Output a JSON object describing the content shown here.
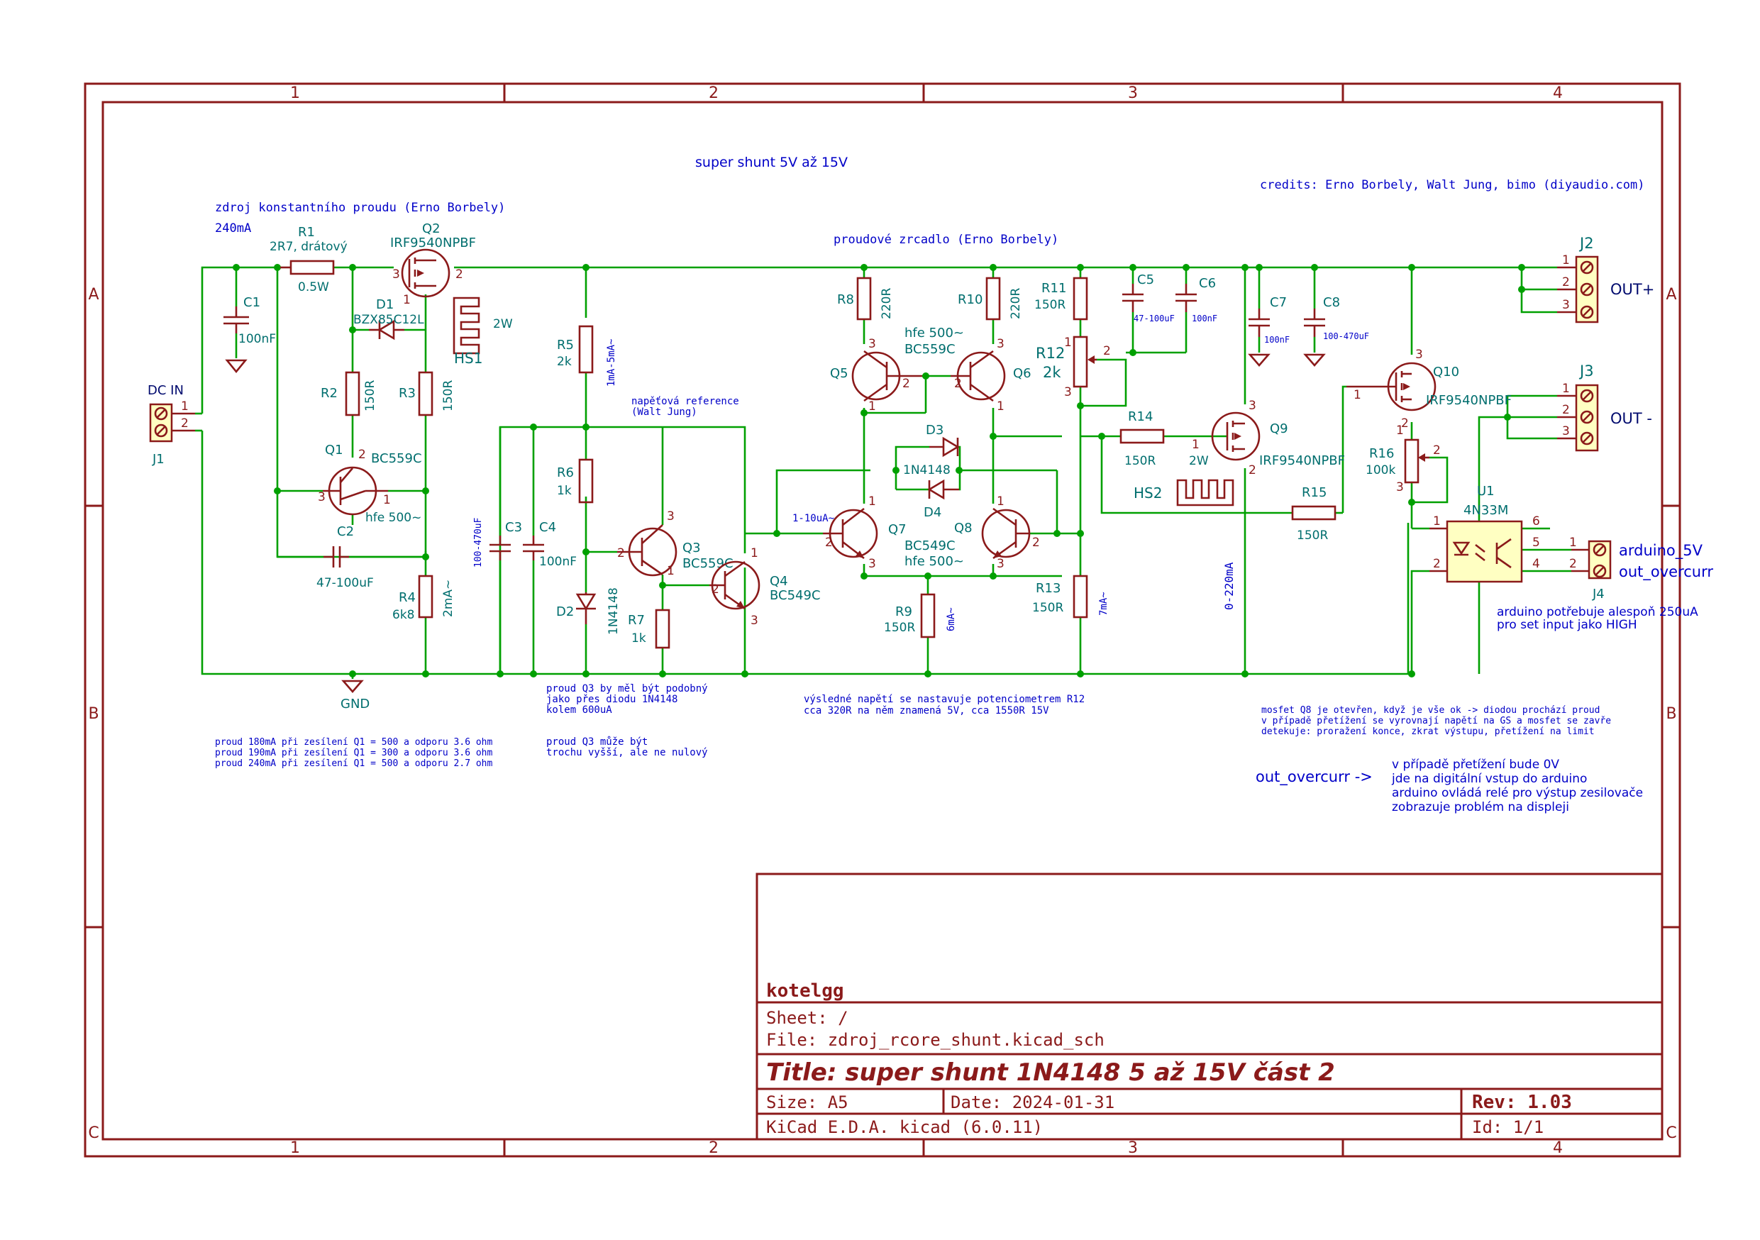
{
  "sheet": {
    "col_labels": [
      "1",
      "2",
      "3",
      "4"
    ],
    "row_labels": [
      "A",
      "B",
      "C"
    ],
    "title_main": "super shunt 5V až 15V",
    "credits": "credits: Erno Borbely, Walt Jung, bimo (diyaudio.com)"
  },
  "notes": {
    "ccs_title": "zdroj konstantního proudu (Erno Borbely)",
    "ccs_current": "240mA",
    "mirror_title": "proudové zrcadlo (Erno Borbely)",
    "vref_title": "napěťová reference",
    "vref_sub": "(Walt Jung)",
    "hfe_q1": "hfe 500~",
    "hfe_q5": "hfe 500~",
    "hfe_q8": "hfe 500~",
    "cur_r5": "1mA-5mA~",
    "cur_r4": "2mA~",
    "cur_r9": "6mA~",
    "cur_r13": "7mA~",
    "cur_q7": "1-10uA~",
    "cur_q9": "0-220mA",
    "q3_note": [
      "proud Q3 by měl být podobný",
      "jako přes diodu 1N4148",
      "kolem 600uA"
    ],
    "q3_note2": [
      "proud Q3 může být",
      "trochu vyšší, ale ne nulový"
    ],
    "r12_note": [
      "výsledné napětí se nastavuje potenciometrem R12",
      "cca 320R na něm znamená 5V, cca 1550R 15V"
    ],
    "ccs_table": [
      "proud 180mA při zesílení Q1 = 500 a odporu 3.6 ohm",
      "proud 190mA při zesílení Q1 = 300 a odporu 3.6 ohm",
      "proud 240mA při zesílení Q1 = 500 a odporu 2.7 ohm"
    ],
    "mosfet_note": [
      "mosfet Q8 je otevřen, když je vše ok -> diodou prochází proud",
      "v případě přetížení se vyrovnají napětí na GS a mosfet se zavře",
      "detekuje: proražení konce, zkrat výstupu, přetížení na limit"
    ],
    "overcurr_label": "out_overcurr ->",
    "overcurr_note": [
      "v případě přetížení bude 0V",
      "jde na digitální vstup do arduino",
      "arduino ovládá relé pro výstup zesilovače",
      "zobrazuje problém na displeji"
    ],
    "arduino_note": [
      "arduino potřebuje alespoň 250uA",
      "pro set input jako HIGH"
    ],
    "hs1_w": "2W",
    "hs2_w": "2W"
  },
  "components": {
    "J1": {
      "ref": "J1",
      "value": "DC IN"
    },
    "C1": {
      "ref": "C1",
      "value": "100nF"
    },
    "R1": {
      "ref": "R1",
      "value": "2R7, drátový",
      "power": "0.5W"
    },
    "Q2": {
      "ref": "Q2",
      "value": "IRF9540NPBF"
    },
    "D1": {
      "ref": "D1",
      "value": "BZX85C12L"
    },
    "HS1": {
      "ref": "HS1"
    },
    "R2": {
      "ref": "R2",
      "value": "150R"
    },
    "R3": {
      "ref": "R3",
      "value": "150R"
    },
    "Q1": {
      "ref": "Q1",
      "value": "BC559C"
    },
    "C2": {
      "ref": "C2",
      "value": "47-100uF"
    },
    "R4": {
      "ref": "R4",
      "value": "6k8"
    },
    "GND": {
      "ref": "GND"
    },
    "R5": {
      "ref": "R5",
      "value": "2k"
    },
    "R6": {
      "ref": "R6",
      "value": "1k"
    },
    "D2": {
      "ref": "D2",
      "value": "1N4148"
    },
    "C3": {
      "ref": "C3",
      "value": "100-470uF"
    },
    "C4": {
      "ref": "C4",
      "value": "100nF"
    },
    "Q3": {
      "ref": "Q3",
      "value": "BC559C"
    },
    "R7": {
      "ref": "R7",
      "value": "1k"
    },
    "Q4": {
      "ref": "Q4",
      "value": "BC549C"
    },
    "R8": {
      "ref": "R8",
      "value": "220R"
    },
    "R10": {
      "ref": "R10",
      "value": "220R"
    },
    "Q5": {
      "ref": "Q5",
      "value": "BC559C"
    },
    "Q6": {
      "ref": "Q6"
    },
    "D3": {
      "ref": "D3",
      "value": "1N4148"
    },
    "D4": {
      "ref": "D4"
    },
    "Q7": {
      "ref": "Q7"
    },
    "Q8": {
      "ref": "Q8",
      "value": "BC549C"
    },
    "R9": {
      "ref": "R9",
      "value": "150R"
    },
    "R11": {
      "ref": "R11",
      "value": "150R"
    },
    "R12": {
      "ref": "R12",
      "value": "2k"
    },
    "R13": {
      "ref": "R13",
      "value": "150R"
    },
    "C5": {
      "ref": "C5",
      "value": "47-100uF"
    },
    "C6": {
      "ref": "C6",
      "value": "100nF"
    },
    "R14": {
      "ref": "R14",
      "value": "150R"
    },
    "Q9": {
      "ref": "Q9",
      "value": "IRF9540NPBF"
    },
    "HS2": {
      "ref": "HS2"
    },
    "C7": {
      "ref": "C7",
      "value": "100nF"
    },
    "C8": {
      "ref": "C8",
      "value": "100-470uF"
    },
    "R15": {
      "ref": "R15",
      "value": "150R"
    },
    "Q10": {
      "ref": "Q10",
      "value": "IRF9540NPBF"
    },
    "R16": {
      "ref": "R16",
      "value": "100k"
    },
    "U1": {
      "ref": "U1",
      "value": "4N33M"
    },
    "J2": {
      "ref": "J2",
      "value": "OUT+"
    },
    "J3": {
      "ref": "J3",
      "value": "OUT -"
    },
    "J4": {
      "ref": "J4",
      "net1": "arduino_5V",
      "net2": "out_overcurr"
    }
  },
  "pins": {
    "n1": "1",
    "n2": "2",
    "n3": "3",
    "n4": "4",
    "n5": "5",
    "n6": "6"
  },
  "title_block": {
    "company": "kotelgg",
    "sheet": "Sheet: /",
    "file": "File: zdroj_rcore_shunt.kicad_sch",
    "title": "Title: super shunt 1N4148 5 až 15V část 2",
    "size": "Size: A5",
    "date": "Date: 2024-01-31",
    "rev": "Rev: 1.03",
    "tool": "KiCad E.D.A.  kicad (6.0.11)",
    "id": "Id: 1/1"
  },
  "colors": {
    "frame": "#8b1a1a",
    "wire": "#00a000",
    "ref": "#006e6e",
    "note": "#0000c8",
    "fill": "#ffffc2"
  }
}
